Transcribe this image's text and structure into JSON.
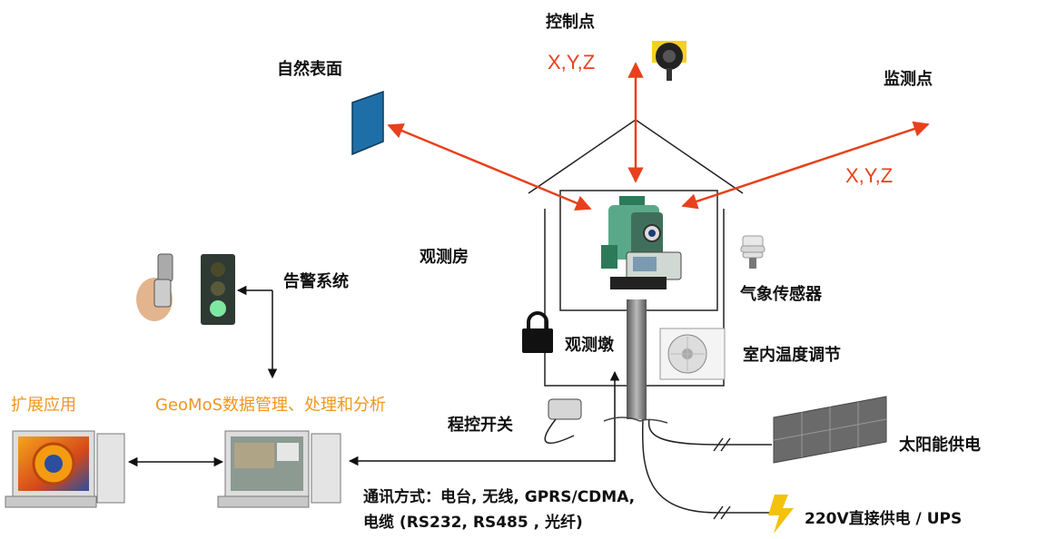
{
  "labels": {
    "control_point": "控制点",
    "control_xyz": "X,Y,Z",
    "natural_surface": "自然表面",
    "monitor_point": "监测点",
    "monitor_xyz": "X,Y,Z",
    "observation_house": "观测房",
    "alarm_system": "告警系统",
    "weather_sensor": "气象传感器",
    "observation_pier": "观测墩",
    "indoor_temp": "室内温度调节",
    "extended_apps": "扩展应用",
    "geomos": "GeoMoS数据管理、处理和分析",
    "program_switch": "程控开关",
    "comm_line1": "通讯方式：电台, 无线, GPRS/CDMA,",
    "comm_line2": "电缆 (RS232, RS485 , 光纤)",
    "solar_power": "太阳能供电",
    "ac_power": "220V直接供电 / UPS"
  },
  "colors": {
    "arrow_red": "#e8401c",
    "orange_text": "#f0961e",
    "panel_blue": "#1e6fa8",
    "instrument_green": "#5aa88a"
  }
}
